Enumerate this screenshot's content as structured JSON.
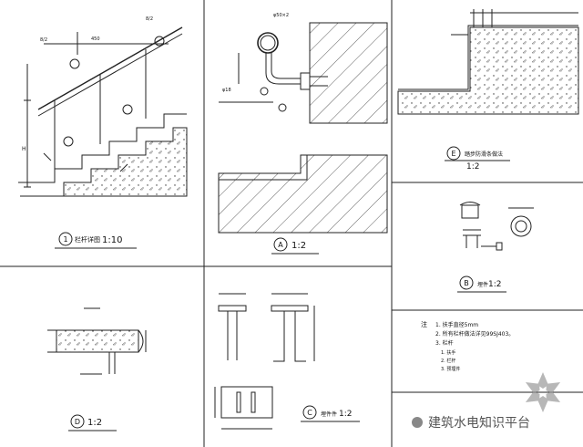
{
  "panels": {
    "detail1": {
      "number": "1",
      "title": "栏杆详图",
      "scale": "1:10"
    },
    "detailA": {
      "number": "A",
      "scale": "1:2"
    },
    "detailB": {
      "number": "B",
      "title": "埋件",
      "scale": "1:2"
    },
    "detailC": {
      "number": "C",
      "title": "埋件件",
      "scale": "1:2"
    },
    "detailD": {
      "number": "D",
      "scale": "1:2"
    },
    "detailE": {
      "number": "E",
      "title": "踏步防滑条做法",
      "scale": "1:2"
    }
  },
  "notes": {
    "heading": "注",
    "lines": [
      "1. 扶手直径5mm",
      "2. 所有栏杆做法详见99SJ403。",
      "3. 栏杆",
      "1. 扶手",
      "2. 栏杆",
      "3. 预埋件"
    ]
  },
  "watermark": {
    "text": "建筑水电知识平台"
  }
}
